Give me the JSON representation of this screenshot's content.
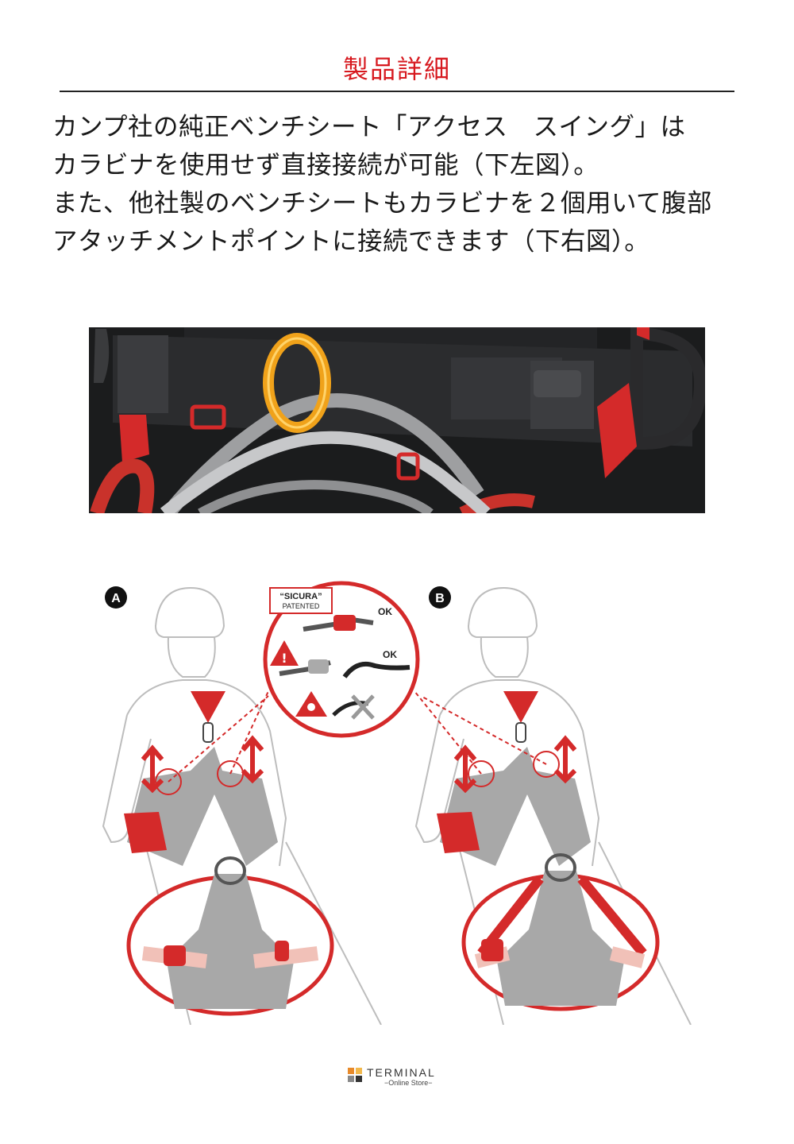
{
  "header": {
    "title": "製品詳細"
  },
  "description": {
    "lines": [
      "カンプ社の純正ベンチシート「アクセス　スイング」は",
      "カラビナを使用せず直接接続が可能（下左図）。",
      "また、他社製のベンチシートもカラビナを２個用いて腹部",
      "アタッチメントポイントに接続できます（下右図）。"
    ]
  },
  "diagram": {
    "label_a": "A",
    "label_b": "B",
    "sicura_title": "“SICURA”",
    "sicura_sub": "PATENTED",
    "ok_1": "OK",
    "ok_2": "OK"
  },
  "footer": {
    "brand": "TERMINAL",
    "brand_sub": "−Online Store−"
  },
  "colors": {
    "accent_red": "#d7191f",
    "harness_gray": "#a8a8a8",
    "outline_gray": "#bdbdbd",
    "carabiner_orange": "#f0a21a"
  }
}
